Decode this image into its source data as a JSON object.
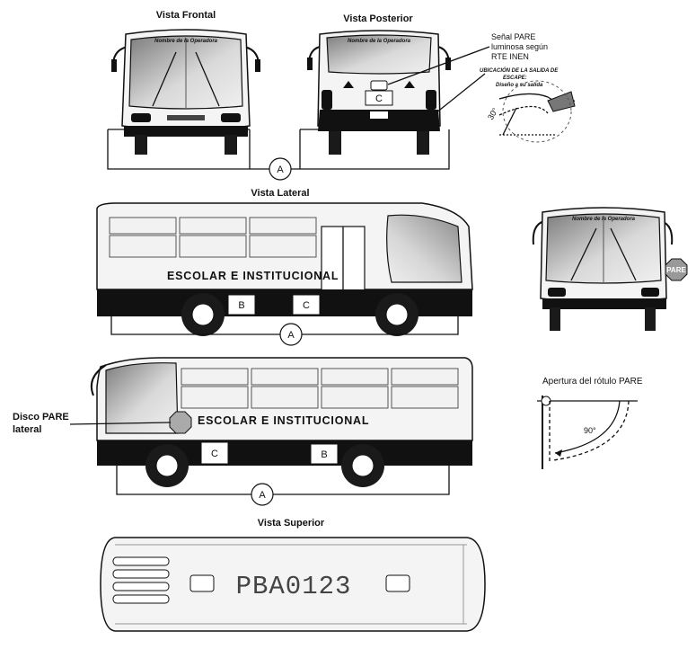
{
  "views": {
    "front": "Vista Frontal",
    "rear": "Vista Posterior",
    "side": "Vista Lateral",
    "top": "Vista Superior"
  },
  "annotations": {
    "pare_signal_l1": "Señal PARE",
    "pare_signal_l2": "luminosa según",
    "pare_signal_l3": "RTE INEN",
    "exhaust_l1": "UBICACIÓN DE LA SALIDA DE",
    "exhaust_l2": "ESCAPE:",
    "exhaust_l3": "Diseño a su salida",
    "angle_small": "30°",
    "disco_pare_l1": "Disco PARE",
    "disco_pare_l2": "lateral",
    "apertura_title": "Apertura del rótulo PARE",
    "angle_90": "90°"
  },
  "labels": {
    "route_name": "Nombre de la Operadora",
    "side_text": "ESCOLAR E INSTITUCIONAL",
    "pare_sign": "PARE",
    "plate": "PBA0123",
    "mark_a": "A",
    "mark_b": "B",
    "mark_c": "C"
  },
  "colors": {
    "line": "#111111",
    "body": "#f4f4f4",
    "glass_dark": "#8a8a8a",
    "glass_light": "#e6e6e6",
    "bumper": "#111111"
  }
}
